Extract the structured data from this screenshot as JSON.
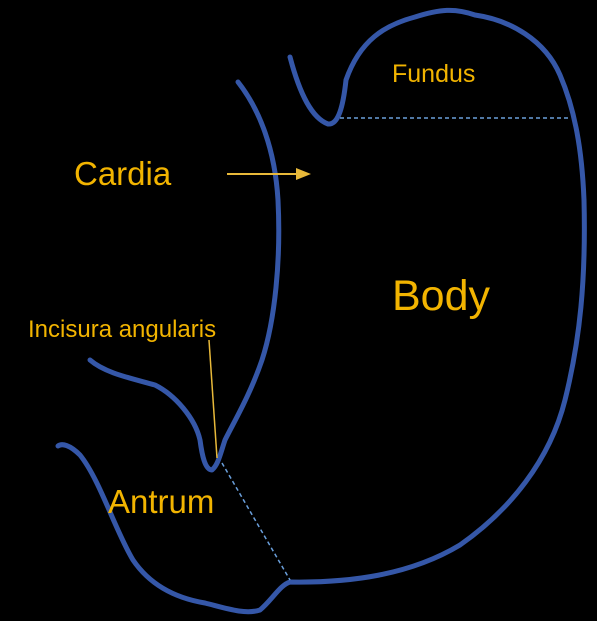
{
  "colors": {
    "background": "#000000",
    "outline": "#3557A8",
    "divider": "#6A9FDB",
    "label": "#F2B400",
    "pointer": "#E8B93A"
  },
  "labels": {
    "fundus": "Fundus",
    "cardia": "Cardia",
    "body": "Body",
    "incisura_angularis": "Incisura angularis",
    "antrum": "Antrum"
  }
}
